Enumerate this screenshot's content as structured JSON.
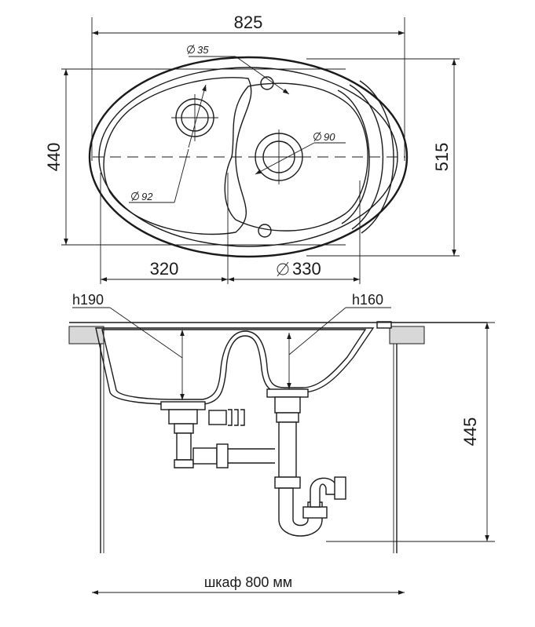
{
  "top_view": {
    "width_label": "825",
    "height_inner_label": "440",
    "height_outer_label": "515",
    "diam_small_label": "35",
    "diam_drain_right_label": "90",
    "diam_drain_left_label": "92",
    "left_bowl_label": "320",
    "right_bowl_label": "330"
  },
  "side_view": {
    "depth_left_label": "h190",
    "depth_right_label": "h160",
    "total_height_label": "445",
    "cabinet_label": "шкаф 800 мм"
  }
}
